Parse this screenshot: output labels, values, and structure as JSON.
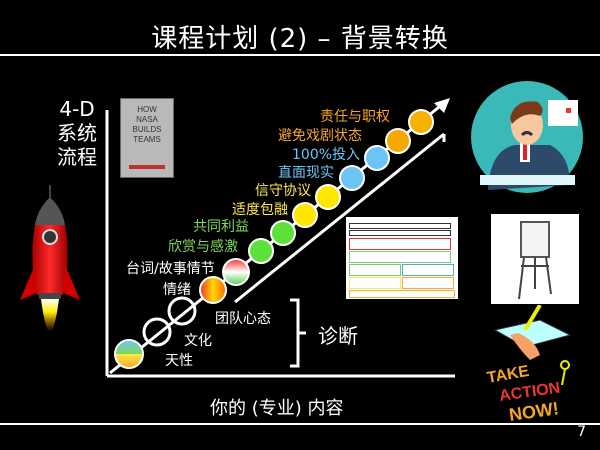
{
  "slide": {
    "title": "课程计划 (2) – 背景转换",
    "page_number": "7"
  },
  "side_label": {
    "line1": "4-D",
    "line2": "系统",
    "line3": "流程"
  },
  "book": {
    "lines": [
      "HOW",
      "NASA",
      "BUILDS",
      "TEAMS"
    ]
  },
  "diagram": {
    "x_axis_label": "你的 (专业) 内容",
    "bracket_label": "诊断",
    "lower_line_label": "团队心态",
    "levels": [
      {
        "label": "天性",
        "color": "#ffffff"
      },
      {
        "label": "文化",
        "color": "#ffffff"
      },
      {
        "label": "情绪",
        "color": "#ffffff"
      },
      {
        "label": "台词/故事情节",
        "color": "#ffffff"
      },
      {
        "label": "欣赏与感激",
        "color": "#7ed957"
      },
      {
        "label": "共同利益",
        "color": "#7ed957"
      },
      {
        "label": "适度包融",
        "color": "#ffe94a"
      },
      {
        "label": "信守协议",
        "color": "#ffe94a"
      },
      {
        "label": "直面现实",
        "color": "#6cc4f5"
      },
      {
        "label": "100%投入",
        "color": "#6cc4f5"
      },
      {
        "label": "避免戏剧状态",
        "color": "#f5a623"
      },
      {
        "label": "责任与职权",
        "color": "#f5a623"
      }
    ]
  },
  "images": {
    "rocket": "rocket",
    "stressed_man": "stressed-man-at-desk",
    "flipchart": "flipchart-easel",
    "take_action": {
      "line1": "TAKE",
      "line2": "ACTION",
      "line3": "NOW!"
    }
  }
}
